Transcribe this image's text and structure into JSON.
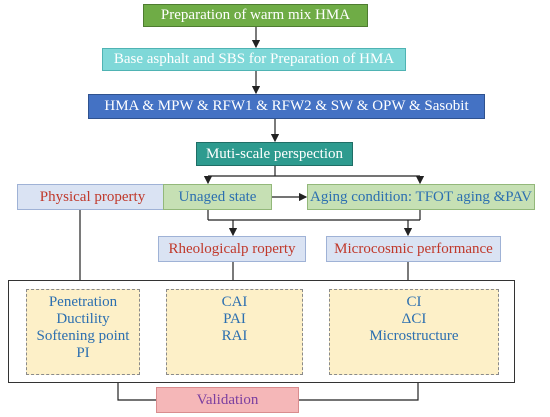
{
  "steps": {
    "warm_mix": "Preparation of warm mix HMA",
    "base_asphalt": "Base asphalt and SBS for Preparation of HMA",
    "samples": "HMA & MPW & RFW1 & RFW2 & SW & OPW & Sasobit",
    "perspective": "Muti-scale perspection"
  },
  "branches": {
    "physical": "Physical property",
    "unaged": "Unaged state",
    "aging": "Aging condition: TFOT aging &PAV",
    "rheological": "Rheologicalp roperty",
    "microcosmic": "Microcosmic performance"
  },
  "panels": {
    "physical_items": [
      "Penetration",
      "Ductility",
      "Softening point",
      "PI"
    ],
    "rheological_items": [
      "CAI",
      "PAI",
      "RAI"
    ],
    "microcosmic_items": [
      "CI",
      "ΔCI",
      "Microstructure"
    ]
  },
  "validation": "Validation",
  "colors": {
    "green_box": "#6fac46",
    "cyan_box": "#7fd8d8",
    "blue_box": "#4472c4",
    "teal_box": "#2e9b8f",
    "light_blue_box": "#dae3f3",
    "light_green_box": "#c6e0b4",
    "panel_fill": "#fdf0c8",
    "validation_fill": "#f5b7b8",
    "red_text": "#c0392b",
    "blue_text": "#2c6fb0",
    "purple_text": "#7b3fa0"
  }
}
